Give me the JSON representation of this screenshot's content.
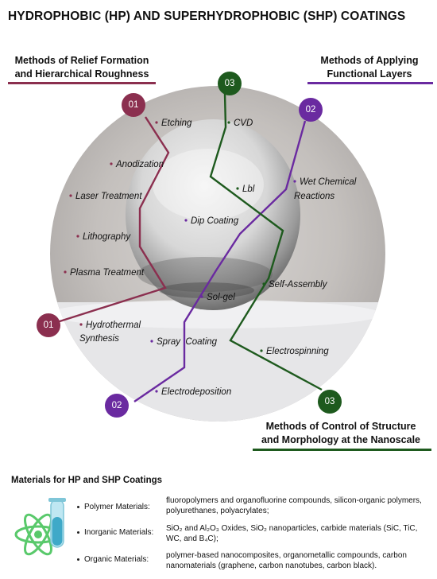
{
  "title": "HYDROPHOBIC (HP) AND SUPERHYDROPHOBIC (SHP) COATINGS",
  "colors": {
    "red": "#8b2f4f",
    "purple": "#6a2aa0",
    "green": "#1e5a1e"
  },
  "headers": {
    "relief": {
      "line1": "Methods of Relief Formation",
      "line2": "and Hierarchical Roughness"
    },
    "functional": {
      "line1": "Methods of Applying",
      "line2": "Functional Layers"
    },
    "nano": {
      "line1": "Methods of Control of Structure",
      "line2": "and Morphology at the Nanoscale"
    }
  },
  "badges": {
    "red_top": "01",
    "red_bottom": "01",
    "purple_top": "02",
    "purple_bottom": "02",
    "green_top": "03",
    "green_bottom": "03"
  },
  "methods": {
    "relief": [
      "Etching",
      "Anodization",
      "Laser Treatment",
      "Lithography",
      "Plasma Treatment",
      "Hydrothermal",
      "Synthesis"
    ],
    "functional": [
      "Wet Chemical",
      "Reactions",
      "Dip Coating",
      "Sol-gel",
      "Spray  Coating",
      "Electrodeposition"
    ],
    "nano": [
      "CVD",
      "Lbl",
      "Self-Assembly",
      "Electrospinning"
    ]
  },
  "materials": {
    "title": "Materials for HP and SHP Coatings",
    "icon": "atom-test-tube-icon",
    "items": [
      {
        "label": "Polymer Materials:",
        "desc": "fluoropolymers and organofluorine compounds, silicon-organic polymers, polyurethanes, polyacrylates;"
      },
      {
        "label": "Inorganic Materials:",
        "desc": "SiO₂ and Al₂O₃ Oxides, SiO₂ nanoparticles, carbide materials (SiC, TiC, WC, and B₄C);"
      },
      {
        "label": "Organic Materials:",
        "desc": "polymer-based nanocomposites, organometallic compounds, carbon nanomaterials (graphene, carbon nanotubes, carbon black)."
      }
    ]
  }
}
